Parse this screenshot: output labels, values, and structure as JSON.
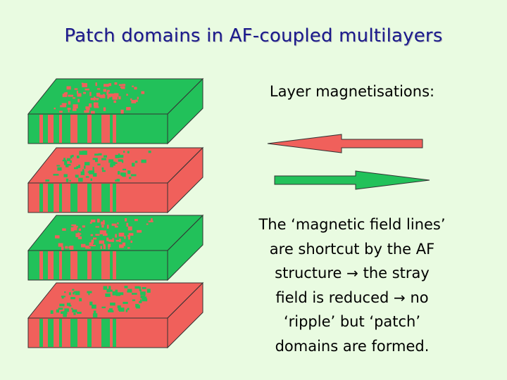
{
  "title": "Patch domains in AF-coupled multilayers",
  "magnetisation_label": "Layer magnetisations:",
  "arrows": [
    {
      "direction": "left",
      "color": "#f0605b",
      "name": "red-layer-magnetisation-arrow"
    },
    {
      "direction": "right",
      "color": "#22c15a",
      "name": "green-layer-magnetisation-arrow"
    }
  ],
  "body_text": {
    "line1": "The ‘magnetic field lines’",
    "line2": "are shortcut by the AF",
    "line3a": "structure",
    "arrow_symbol": "→",
    "line3b": "the stray",
    "line4a": "field is reduced",
    "line4b": "no",
    "line5": "‘ripple’ but ‘patch’",
    "line6": "domains are formed."
  },
  "layers": [
    {
      "top_color": "#22c15a",
      "speckle_color": "#f0605b"
    },
    {
      "top_color": "#f0605b",
      "speckle_color": "#22c15a"
    },
    {
      "top_color": "#22c15a",
      "speckle_color": "#f0605b"
    },
    {
      "top_color": "#f0605b",
      "speckle_color": "#22c15a"
    }
  ],
  "colors": {
    "red": "#f0605b",
    "green": "#22c15a",
    "title": "#1a1a8c"
  }
}
